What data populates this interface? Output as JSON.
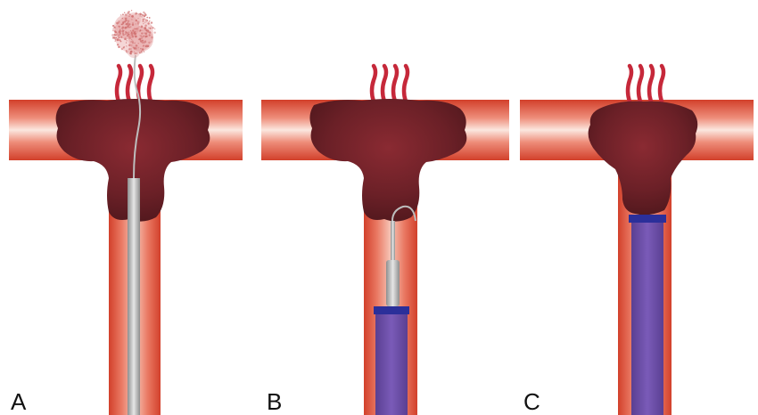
{
  "figure": {
    "panels": [
      {
        "label": "A",
        "device": "wire-with-particles"
      },
      {
        "label": "B",
        "device": "partially-advanced-catheter"
      },
      {
        "label": "C",
        "device": "fully-advanced-catheter"
      }
    ],
    "colors": {
      "vessel": "#d9432c",
      "vessel_core": "#fbe7df",
      "thrombus": "#6b2027",
      "perforators": "#c6283a",
      "wire": "#b9b9b9",
      "catheter": "#6a4aa3",
      "catheter_tip": "#2b2f9a",
      "particles": "#cf6f6f"
    }
  }
}
